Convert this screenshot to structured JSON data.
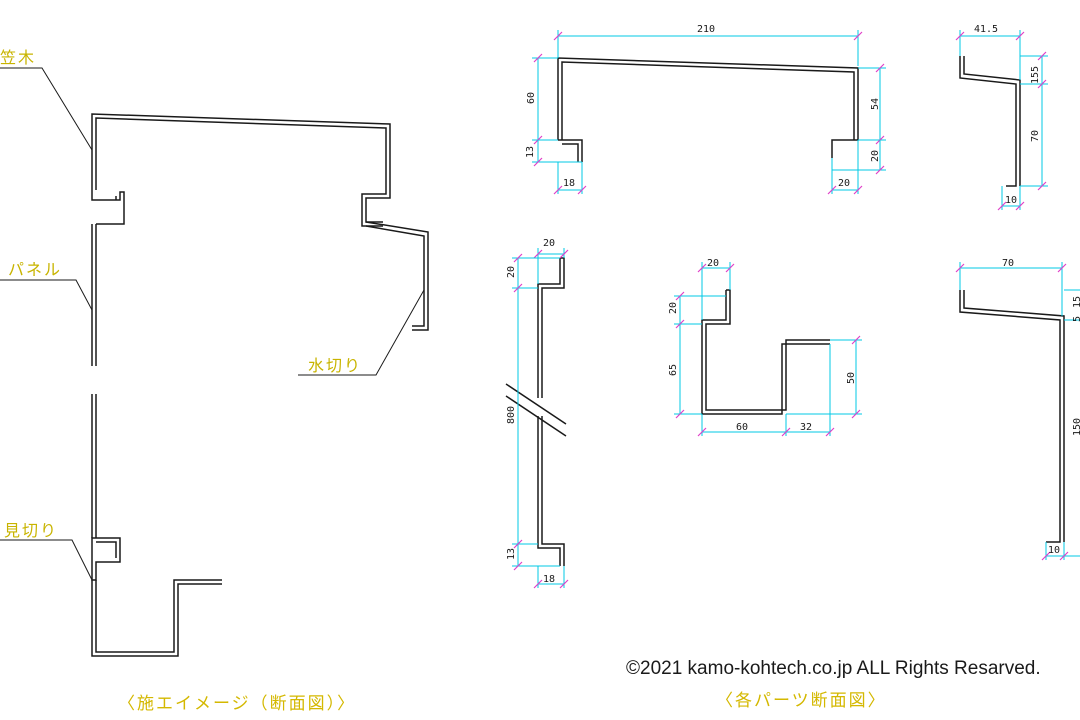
{
  "labels": {
    "kasagi": "笠木",
    "panel": "パネル",
    "mizukiri": "水切り",
    "mikiri": "見切り"
  },
  "dimensions": {
    "d210": "210",
    "d60": "60",
    "d54": "54",
    "d13a": "13",
    "d18a": "18",
    "d20a": "20",
    "d20b": "20",
    "d41_5": "41.5",
    "d5_15a": "5",
    "d15a": "15",
    "d70a": "70",
    "d10a": "10",
    "d20c": "20",
    "d20d": "20",
    "d800": "800",
    "d13b": "13",
    "d18b": "18",
    "d20e": "20",
    "d20f": "20",
    "d65": "65",
    "d50": "50",
    "d60b": "60",
    "d32": "32",
    "d70b": "70",
    "d5_15b": "5",
    "d15b": "15",
    "d150": "150",
    "d10b": "10"
  },
  "copyright": "©2021 kamo-kohtech.co.jp ALL Rights Resarved.",
  "captions": {
    "left": "〈施エイメージ（断面図）〉",
    "right": "〈各パーツ断面図〉"
  },
  "colors": {
    "outline": "#1a1a1a",
    "dimension_line": "#00c8e6",
    "tick": "#e040c8",
    "label": "#c8b400"
  }
}
